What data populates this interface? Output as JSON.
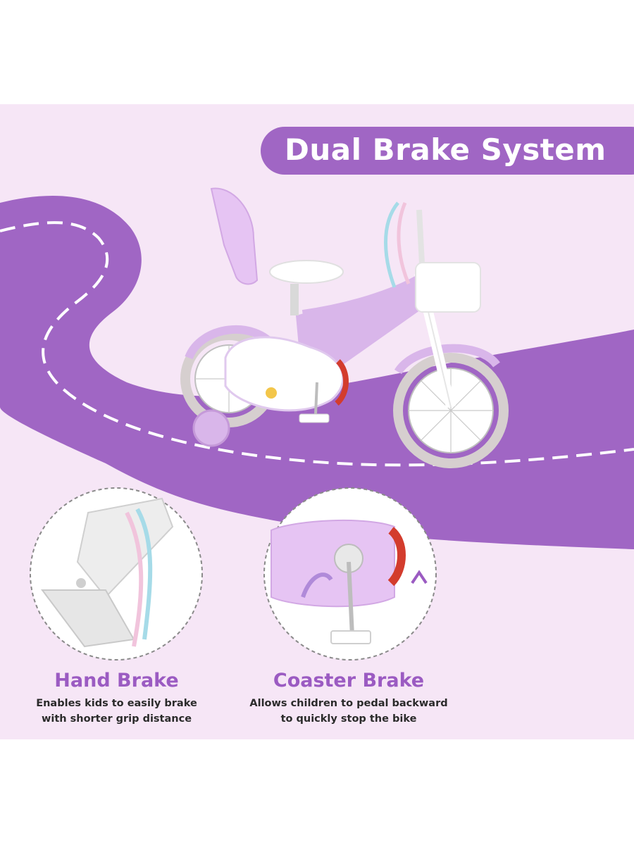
{
  "banner": {
    "title": "Dual Brake System"
  },
  "features": [
    {
      "heading": "Hand Brake",
      "lines": [
        "Enables kids to easily brake",
        "with shorter grip distance"
      ]
    },
    {
      "heading": "Coaster Brake",
      "lines": [
        "Allows children to pedal backward",
        "to quickly stop the bike"
      ]
    }
  ],
  "colors": {
    "background": "#f6e6f6",
    "road": "#a066c4",
    "accent_text": "#9b5bc2",
    "bike_frame": "#d9b6ea"
  },
  "icons": {
    "hand_brake": "hand-brake-closeup",
    "coaster_brake": "coaster-brake-closeup",
    "bike": "kids-bicycle"
  }
}
